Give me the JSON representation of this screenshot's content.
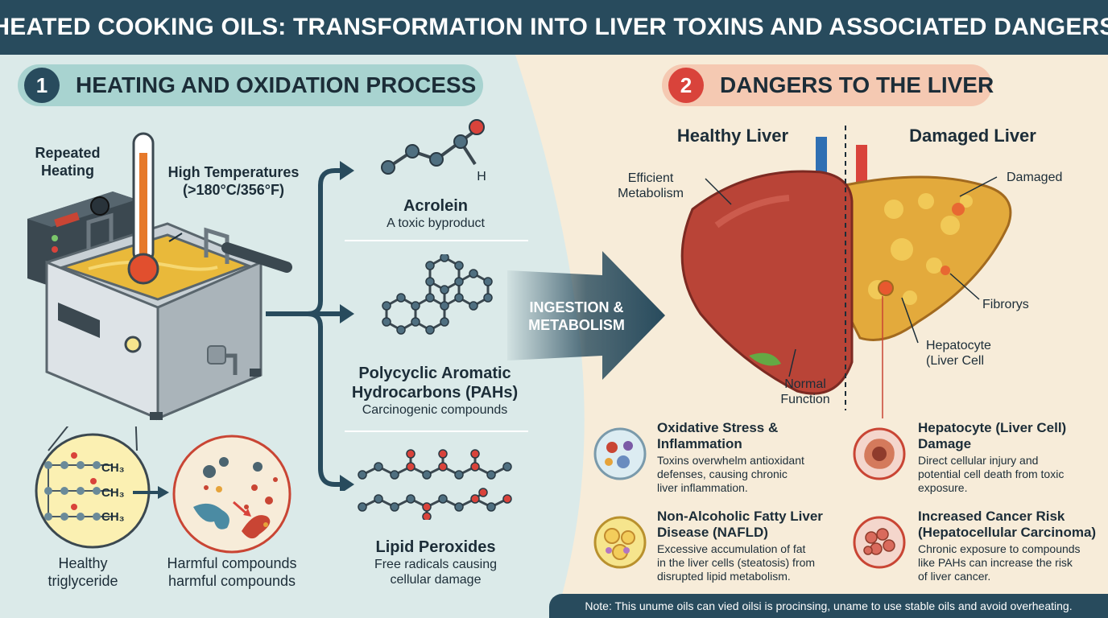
{
  "title": "HEATED COOKING OILS: TRANSFORMATION INTO LIVER TOXINS AND ASSOCIATED DANGERS",
  "section1": {
    "number": "1",
    "title": "HEATING AND OXIDATION PROCESS"
  },
  "section2": {
    "number": "2",
    "title": "DANGERS TO THE LIVER"
  },
  "fryer": {
    "repeated_heating": [
      "Repeated",
      "Heating"
    ],
    "high_temp": [
      "High Temperatures",
      "(>180°C/356°F)"
    ]
  },
  "triglyceride": {
    "ch3": [
      "CH₃",
      "CH₃",
      "CH₃"
    ],
    "label": [
      "Healthy",
      "triglyceride"
    ]
  },
  "harmful": {
    "label": [
      "Harmful compounds",
      "harmful compounds"
    ]
  },
  "compounds": [
    {
      "name": "Acrolein",
      "desc": "A toxic byproduct",
      "atom": "H"
    },
    {
      "name": [
        "Polycyclic Aromatic",
        "Hydrocarbons (PAHs)"
      ],
      "desc": "Carcinogenic compounds"
    },
    {
      "name": "Lipid Peroxides",
      "desc": [
        "Free radicals causing",
        "cellular damage"
      ]
    }
  ],
  "ingestion_arrow": [
    "INGESTION &",
    "METABOLISM"
  ],
  "liver": {
    "healthy_title": "Healthy Liver",
    "damaged_title": "Damaged Liver",
    "callouts": {
      "efficient": [
        "Efficient",
        "Metabolism"
      ],
      "normal": [
        "Normal",
        "Function"
      ],
      "damaged": "Damaged",
      "fibrorys": "Fibrorys",
      "hepatocyte": [
        "Hepatocyte",
        "(Liver Cell"
      ]
    }
  },
  "effects": [
    {
      "title": [
        "Oxidative Stress &",
        "Inflammation"
      ],
      "text": [
        "Toxins overwhelm antioxidant",
        "defenses, causing chronic",
        "liver inflammation."
      ]
    },
    {
      "title": [
        "Hepatocyte (Liver Cell)",
        "Damage"
      ],
      "text": [
        "Direct cellular injury and",
        "potential cell death from toxic",
        "exposure."
      ]
    },
    {
      "title": [
        "Non-Alcoholic Fatty Liver",
        "Disease (NAFLD)"
      ],
      "text": [
        "Excessive accumulation of fat",
        "in the liver cells (steatosis) from",
        "disrupted lipid metabolism."
      ]
    },
    {
      "title": [
        "Increased Cancer Risk",
        "(Hepatocellular Carcinoma)"
      ],
      "text": [
        "Chronic exposure to compounds",
        "like PAHs can increase the risk",
        "of liver cancer."
      ]
    }
  ],
  "note": "Note: This unume oils can vied oilsi is procinsing, uname to use stable oils and avoid overheating.",
  "colors": {
    "navy": "#284b5d",
    "teal_bg": "#dbeae9",
    "cream_bg": "#f7ecd9",
    "red": "#d9433b",
    "oil": "#e9b93a"
  }
}
